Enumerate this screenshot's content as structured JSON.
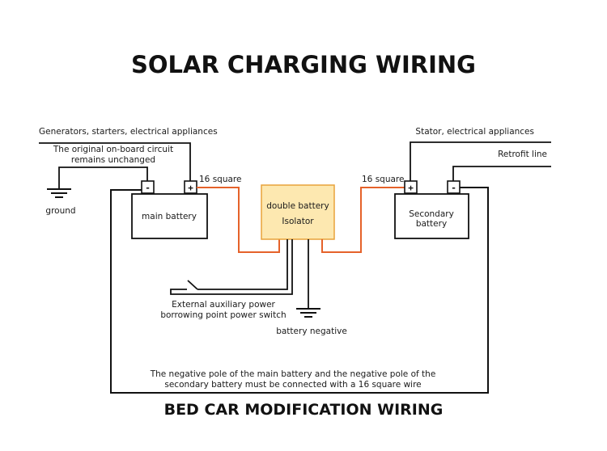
{
  "title": "SOLAR CHARGING WIRING",
  "subtitle": "BED CAR MODIFICATION WIRING",
  "colors": {
    "wire": "#111111",
    "positive_wire": "#e5622a",
    "isolator_fill": "#fde8b0",
    "isolator_border": "#e8a23a"
  },
  "labels": {
    "generators": "Generators, starters, electrical appliances",
    "original_circuit_1": "The original on-board circuit",
    "original_circuit_2": "remains unchanged",
    "ground": "ground",
    "main_battery": "main battery",
    "wire_left": "16 square",
    "isolator_1": "double battery",
    "isolator_2": "Isolator",
    "wire_right": "16 square",
    "stator": "Stator, electrical appliances",
    "retrofit": "Retrofit line",
    "secondary_1": "Secondary",
    "secondary_2": "battery",
    "switch_1": "External auxiliary power",
    "switch_2": "borrowing point power switch",
    "battery_negative": "battery negative",
    "note_1": "The negative pole of the main battery and the negative pole of the",
    "note_2": "secondary battery must be connected with a 16 square wire",
    "minus": "-",
    "plus": "+"
  }
}
